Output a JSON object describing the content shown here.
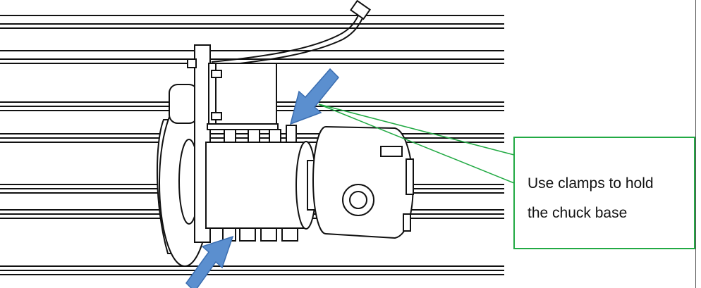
{
  "callout": {
    "text": "Use clamps to hold\nthe chuck base",
    "border_color": "#22aa44"
  },
  "arrows": {
    "color": "#5b8fcf",
    "items": [
      "top-clamp-arrow",
      "bottom-clamp-arrow"
    ]
  },
  "colors": {
    "line": "#111111",
    "leader": "#22aa44"
  }
}
